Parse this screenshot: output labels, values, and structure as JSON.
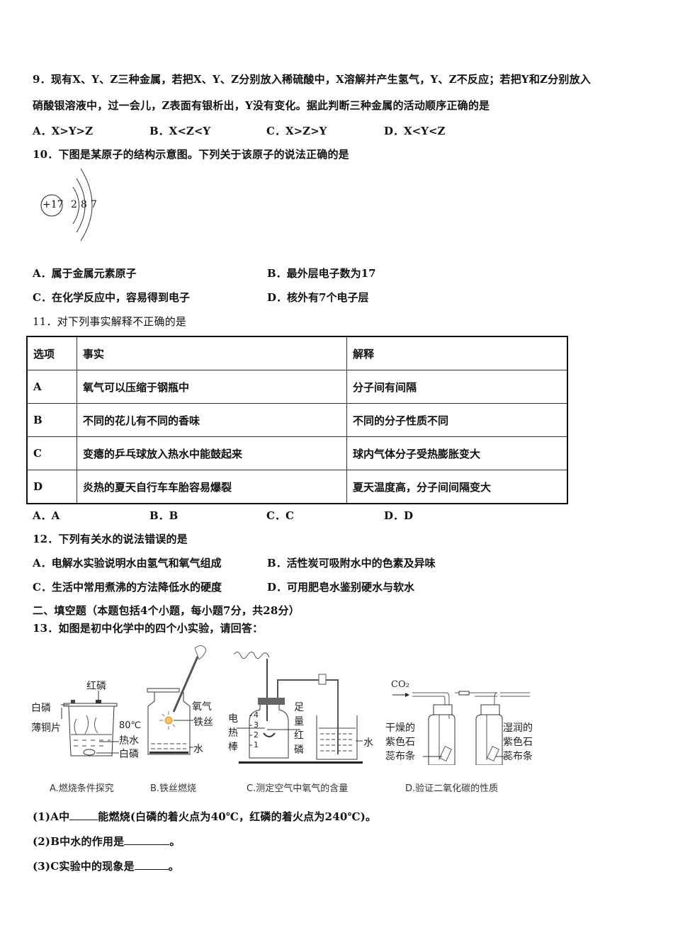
{
  "q9": {
    "stem_line1": "9．现有X、Y、Z三种金属，若把X、Y、Z分别放入稀硫酸中，X溶解并产生氢气，Y、Z不反应；若把Y和Z分别放入",
    "stem_line2": "硝酸银溶液中，过一会儿，Z表面有银析出，Y没有变化。据此判断三种金属的活动顺序正确的是",
    "options": [
      "A．X>Y>Z",
      "B．X<Z<Y",
      "C．X>Z>Y",
      "D．X<Y<Z"
    ]
  },
  "q10": {
    "stem": "10．下图是某原子的结构示意图。下列关于该原子的说法正确的是",
    "diagram": {
      "nucleus": "+17",
      "shells": [
        "2",
        "8",
        "7"
      ]
    },
    "options": [
      "A．属于金属元素原子",
      "B．最外层电子数为17",
      "C．在化学反应中，容易得到电子",
      "D．核外有7个电子层"
    ]
  },
  "q11": {
    "stem": "11．对下列事实解释不正确的是",
    "table": {
      "headers": [
        "选项",
        "事实",
        "解释"
      ],
      "rows": [
        [
          "A",
          "氧气可以压缩于钢瓶中",
          "分子间有间隔"
        ],
        [
          "B",
          "不同的花儿有不同的香味",
          "不同的分子性质不同"
        ],
        [
          "C",
          "变瘪的乒乓球放入热水中能鼓起来",
          "球内气体分子受热膨胀变大"
        ],
        [
          "D",
          "炎热的夏天自行车车胎容易爆裂",
          "夏天温度高，分子间间隔变大"
        ]
      ]
    },
    "options": [
      "A．A",
      "B．B",
      "C．C",
      "D．D"
    ]
  },
  "q12": {
    "stem": "12．下列有关水的说法错误的是",
    "options": [
      "A．电解水实验说明水由氢气和氧气组成",
      "B．活性炭可吸附水中的色素及异味",
      "C．生活中常用煮沸的方法降低水的硬度",
      "D．可用肥皂水鉴别硬水与软水"
    ]
  },
  "section2": {
    "title": "二、填空题（本题包括4个小题，每小题7分，共28分）"
  },
  "q13": {
    "stem": "13．如图是初中化学中的四个小实验，请回答：",
    "figures": {
      "A": {
        "caption": "A.燃烧条件探究",
        "labels": [
          "红磷",
          "白磷",
          "薄铜片",
          "80℃",
          "热水",
          "白磷"
        ]
      },
      "B": {
        "caption": "B.铁丝燃烧",
        "labels": [
          "氧气",
          "铁丝",
          "水"
        ]
      },
      "C": {
        "caption": "C.测定空气中氧气的含量",
        "labels": [
          "电",
          "热",
          "棒",
          "足",
          "量",
          "红",
          "磷",
          "水",
          "4",
          "3",
          "2",
          "1"
        ]
      },
      "D": {
        "caption": "D.验证二氧化碳的性质",
        "labels": [
          "CO₂",
          "干燥的",
          "紫色石",
          "蕊布条",
          "湿润的",
          "紫色石",
          "蕊布条"
        ]
      }
    },
    "sub1_pre": "(1)A中",
    "sub1_post": "能燃烧(白磷的着火点为40℃，红磷的着火点为240℃)。",
    "sub2_pre": "(2)B中水的作用是",
    "sub2_post": "。",
    "sub3_pre": "(3)C实验中的现象是",
    "sub3_post": "。"
  }
}
